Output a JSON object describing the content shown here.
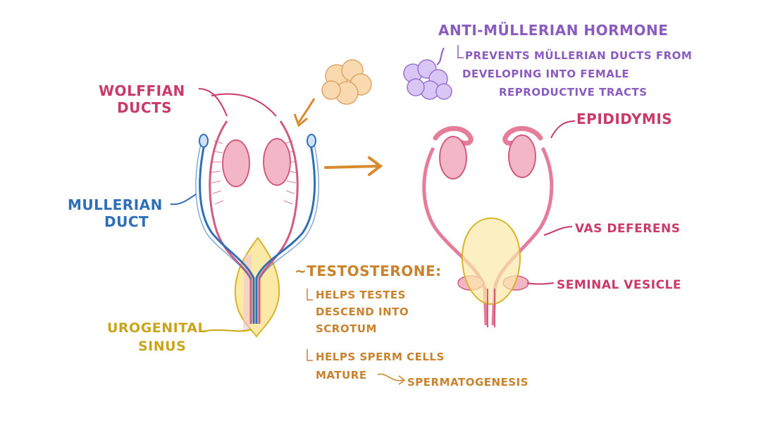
{
  "labels": {
    "wolffian_line1": "Wolffian",
    "wolffian_line2": "ducts",
    "mullerian_line1": "Mullerian",
    "mullerian_line2": "duct",
    "urogenital_line1": "Urogenital",
    "urogenital_line2": "sinus",
    "testosterone": "~Testosterone:",
    "helps_testes_1": "Helps testes",
    "helps_testes_2": "descend into",
    "helps_testes_3": "scrotum",
    "helps_sperm_1": "Helps sperm cells",
    "helps_sperm_2": "mature",
    "spermatogenesis": "Spermatogenesis",
    "amh_title": "Anti-Müllerian Hormone",
    "amh_line1": "Prevents Müllerian ducts from",
    "amh_line2": "developing into female",
    "amh_line3": "reproductive tracts",
    "epididymis": "Epididymis",
    "vas_deferens": "Vas deferens",
    "seminal_vesicle": "Seminal vesicle"
  },
  "colors": {
    "pink": "#c93a6a",
    "blue": "#2e6fb8",
    "gold": "#c9a51c",
    "orange": "#c9822d",
    "purple": "#8a5cc0",
    "gonad_fill": "#f3b6c6",
    "sinus_fill": "#fbe9a8",
    "hormone_purple": "#d9c6f5",
    "hormone_orange": "#f8d9b0"
  }
}
